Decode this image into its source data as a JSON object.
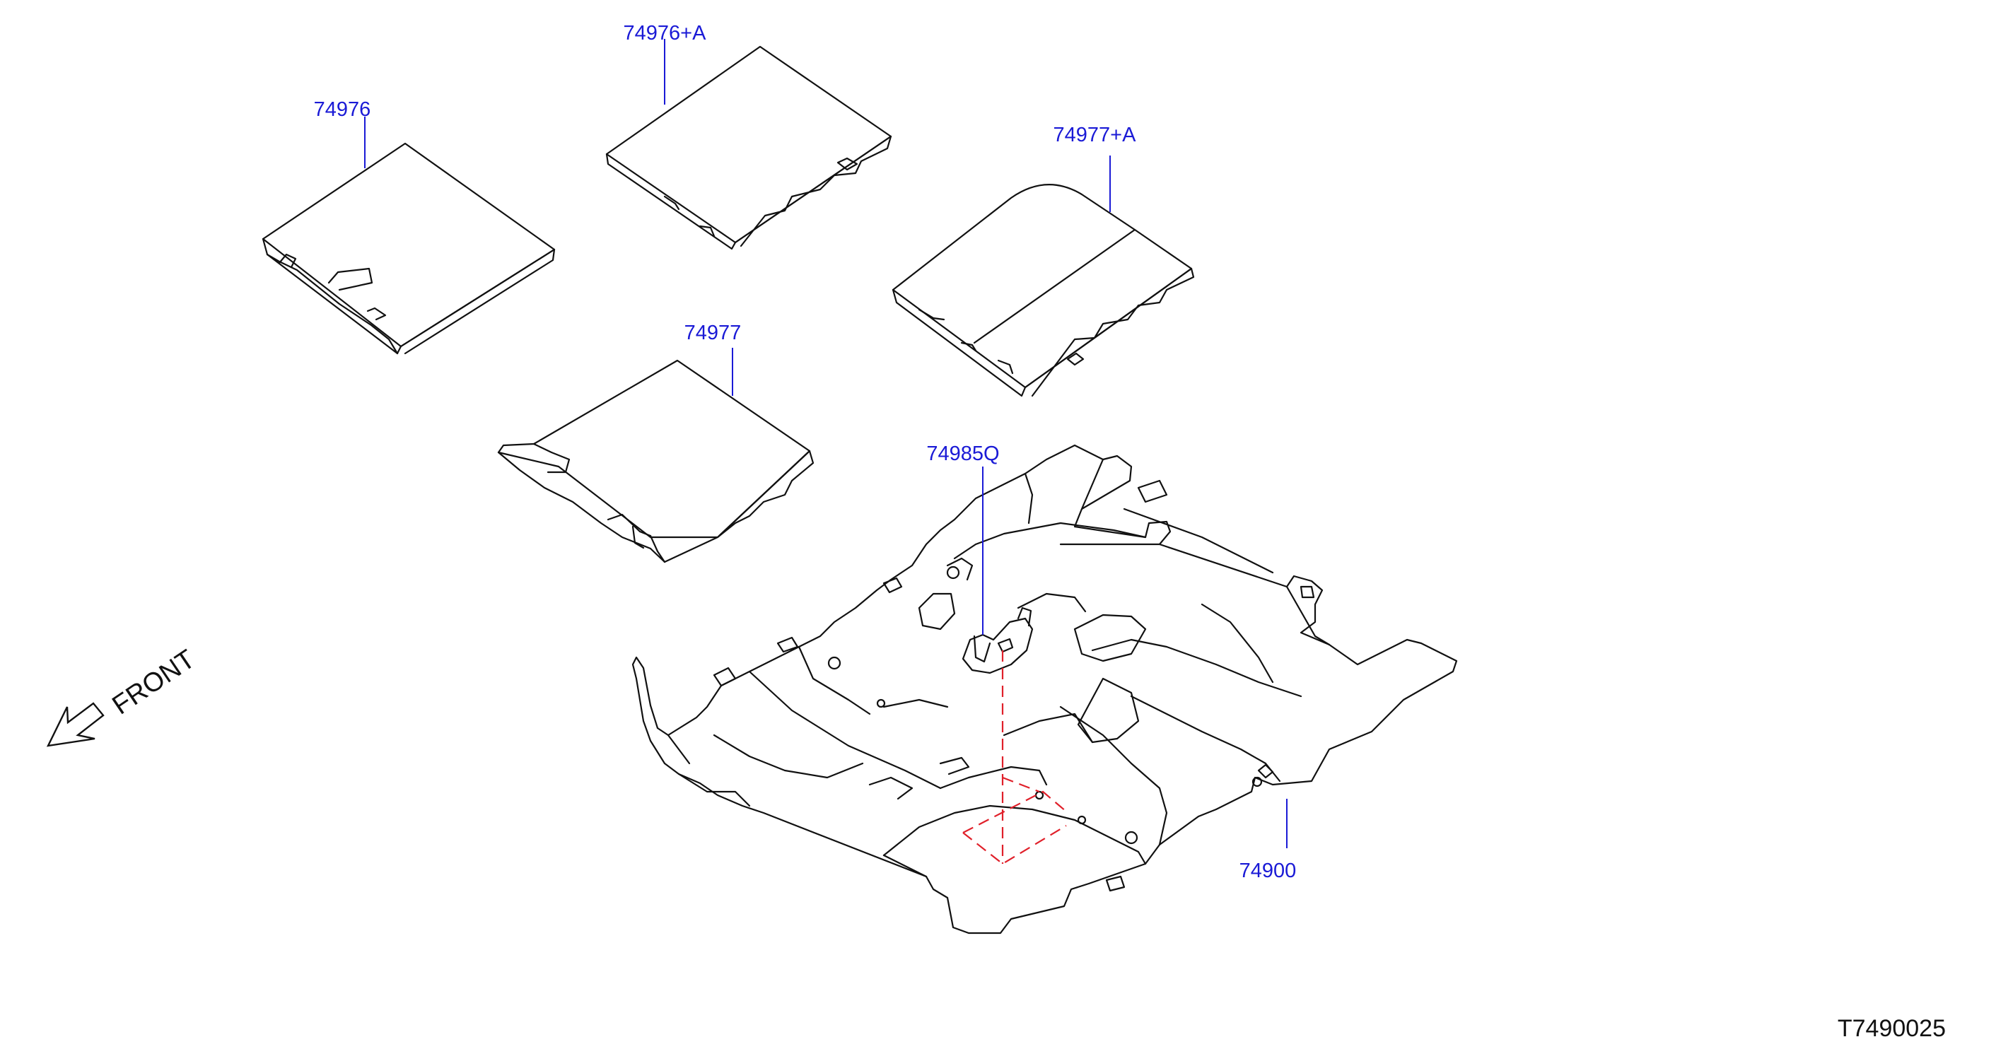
{
  "callouts": {
    "p74976": "74976",
    "p74976a": "74976+A",
    "p74977a": "74977+A",
    "p74977": "74977",
    "p74985q": "74985Q",
    "p74900": "74900"
  },
  "front_label": "FRONT",
  "diagram_code": "T7490025",
  "colors": {
    "callout": "#1a1ad6",
    "hidden_line": "#e0202a",
    "outline": "#111111"
  },
  "icons": {
    "front_arrow": "front-direction-arrow-icon"
  }
}
